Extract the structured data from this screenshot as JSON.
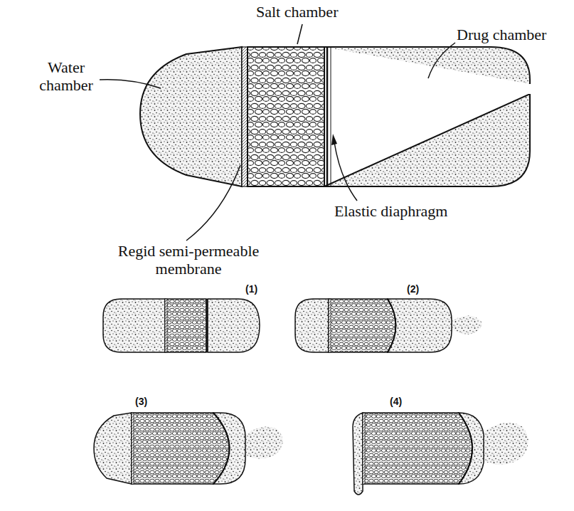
{
  "diagram": {
    "labels": [
      "Salt chamber",
      "Water chamber",
      "Drug chamber",
      "Regid semi-permeable membrane",
      "Elastic diaphragm",
      "(1)",
      "(2)",
      "(3)",
      "(4)"
    ]
  }
}
